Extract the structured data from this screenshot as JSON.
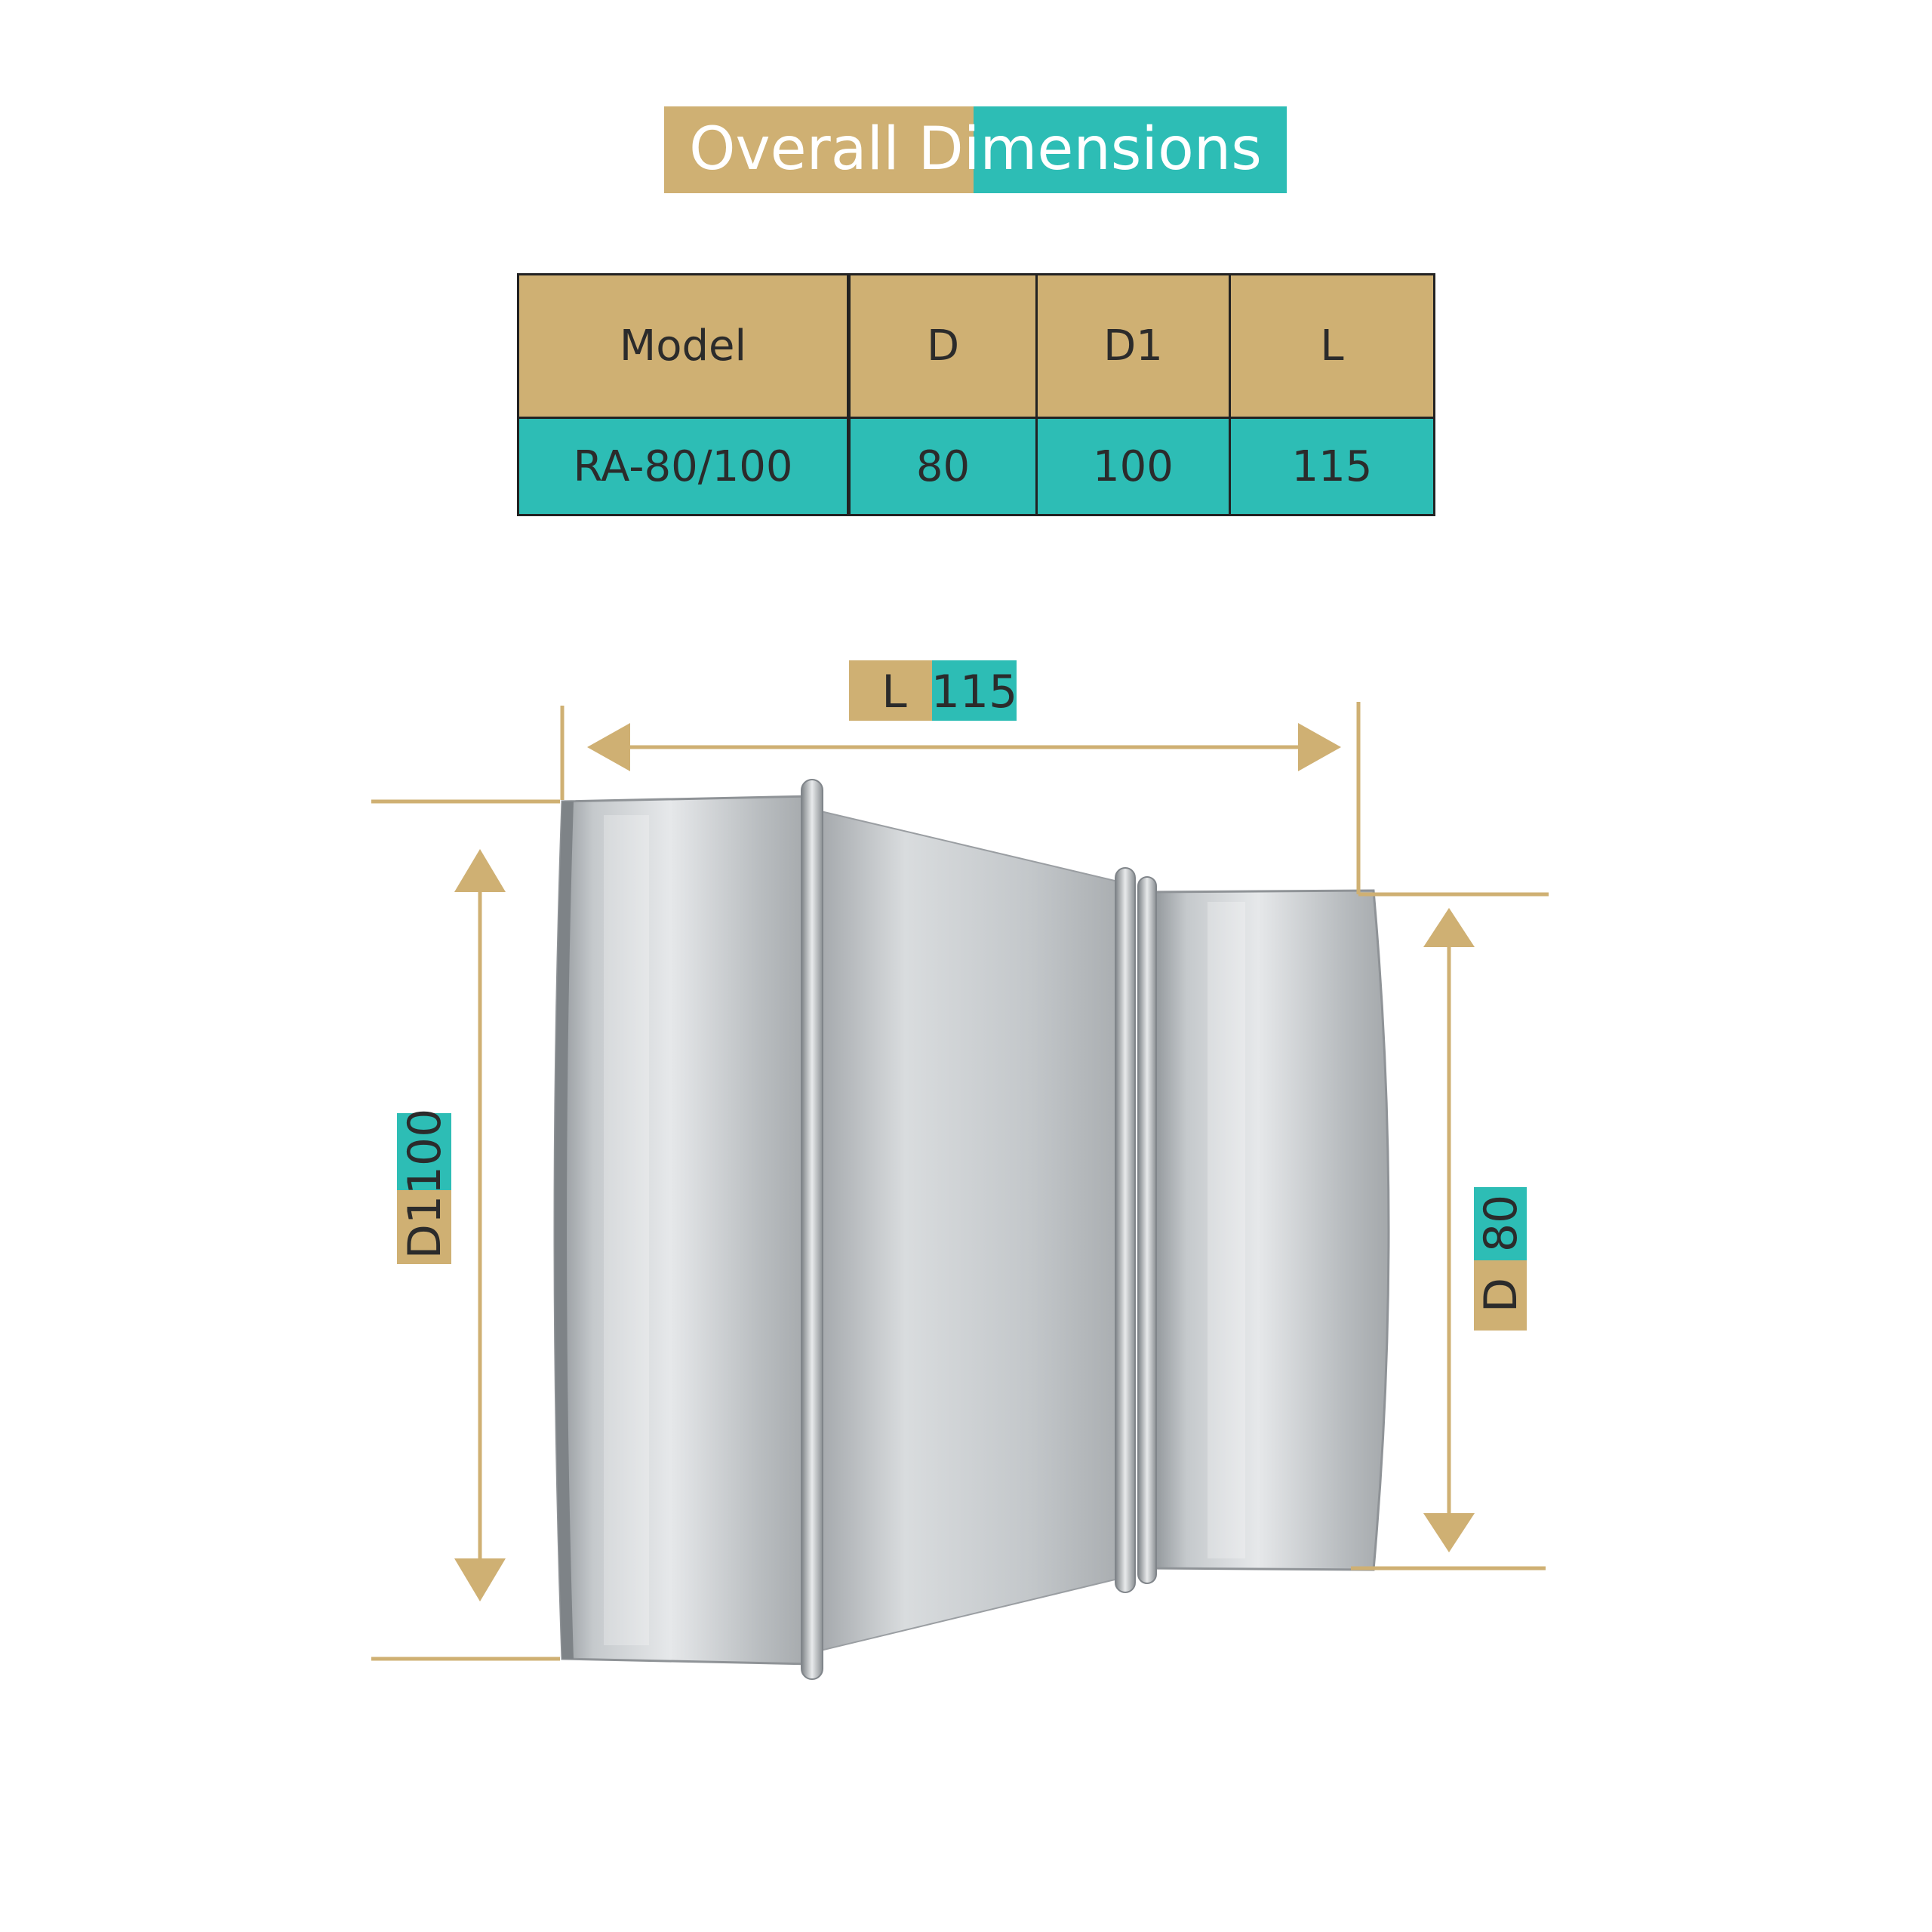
{
  "title": "Overall Dimensions",
  "table": {
    "headers": [
      "Model",
      "D",
      "D1",
      "L"
    ],
    "row": [
      "RA-80/100",
      "80",
      "100",
      "115"
    ]
  },
  "dimensions": {
    "length": {
      "label": "L",
      "value": "115"
    },
    "large_diameter": {
      "label": "D1",
      "value": "100"
    },
    "small_diameter": {
      "label": "D",
      "value": "80"
    }
  },
  "colors": {
    "gold": "#cfb073",
    "teal": "#2dbdb5",
    "dimension_line": "#cfb073",
    "text": "#2b2b2b"
  }
}
